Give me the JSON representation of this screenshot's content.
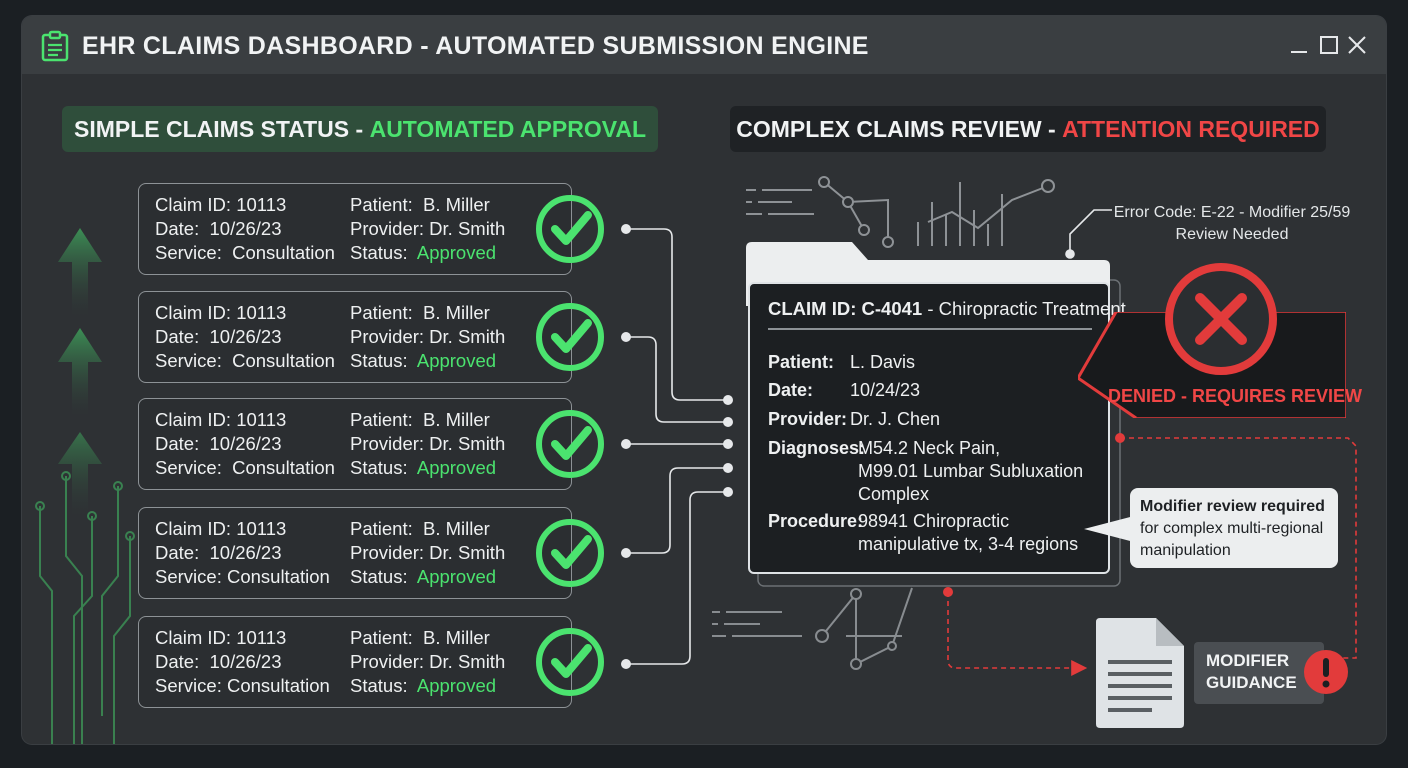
{
  "window": {
    "title": "EHR CLAIMS DASHBOARD - AUTOMATED SUBMISSION ENGINE",
    "icons": [
      "clipboard-icon",
      "minimize-icon",
      "maximize-icon",
      "close-icon"
    ]
  },
  "simple_panel": {
    "title_main": "SIMPLE CLAIMS STATUS - ",
    "title_accent": "AUTOMATED APPROVAL",
    "claims": [
      {
        "claim_id": "Claim ID: 10113",
        "date": "Date:  10/26/23",
        "service": "Service:  Consultation",
        "patient": "Patient:  B. Miller",
        "provider": "Provider: Dr. Smith",
        "status_label": "Status:",
        "status": "Approved"
      },
      {
        "claim_id": "Claim ID: 10113",
        "date": "Date:  10/26/23",
        "service": "Service:  Consultation",
        "patient": "Patient:  B. Miller",
        "provider": "Provider: Dr. Smith",
        "status_label": "Status:",
        "status": "Approved"
      },
      {
        "claim_id": "Claim ID: 10113",
        "date": "Date:  10/26/23",
        "service": "Service:  Consultation",
        "patient": "Patient:  B. Miller",
        "provider": "Provider: Dr. Smith",
        "status_label": "Status:",
        "status": "Approved"
      },
      {
        "claim_id": "Claim ID: 10113",
        "date": "Date:  10/26/23",
        "service": "Service: Consultation",
        "patient": "Patient:  B. Miller",
        "provider": "Provider: Dr. Smith",
        "status_label": "Status:",
        "status": "Approved"
      },
      {
        "claim_id": "Claim ID: 10113",
        "date": "Date:  10/26/23",
        "service": "Service: Consultation",
        "patient": "Patient:  B. Miller",
        "provider": "Provider: Dr. Smith",
        "status_label": "Status:",
        "status": "Approved"
      }
    ]
  },
  "complex_panel": {
    "title_main": "COMPLEX CLAIMS REVIEW - ",
    "title_accent": "ATTENTION REQUIRED",
    "claim": {
      "id_label": "CLAIM ID: C-4041",
      "id_desc": " - Chiropractic Treatment",
      "patient_label": "Patient:",
      "patient": "L. Davis",
      "date_label": "Date:",
      "date": "10/24/23",
      "provider_label": "Provider:",
      "provider": "Dr. J. Chen",
      "diagnoses_label": "Diagnoses:",
      "diagnoses": [
        "M54.2 Neck Pain,",
        "M99.01 Lumbar Subluxation",
        "Complex"
      ],
      "procedure_label": "Procedure:",
      "procedure": [
        "98941 Chiropractic",
        "manipulative tx, 3-4 regions"
      ]
    },
    "error_code": [
      "Error Code: E-22 - Modifier 25/59",
      "Review Needed"
    ],
    "denied_text": "DENIED - REQUIRES REVIEW",
    "callout": {
      "bold": "Modifier review required",
      "rest": [
        "for complex multi-regional",
        "manipulation"
      ]
    },
    "guidance": [
      "MODIFIER",
      "GUIDANCE"
    ]
  },
  "colors": {
    "approved_green": "#4be36f",
    "alert_red": "#f04646",
    "window_bg": "#2e3134",
    "titlebar_bg": "#3a3e41"
  }
}
